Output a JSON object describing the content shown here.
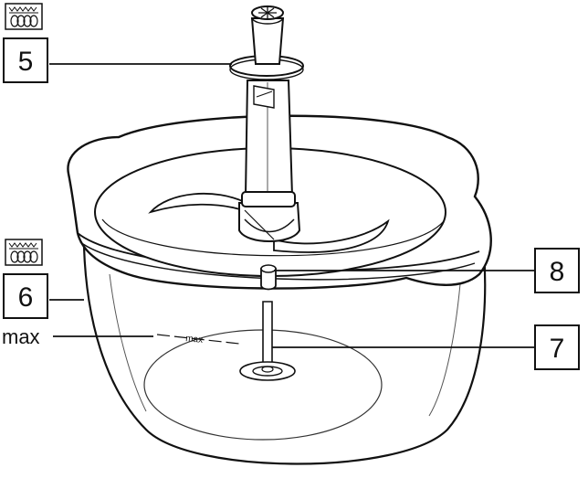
{
  "diagram": {
    "callouts": {
      "part5": "5",
      "part6": "6",
      "part7": "7",
      "part8": "8"
    },
    "fill_label": "max",
    "bowl_mark_label": "max",
    "icons": [
      "dishwasher-safe-icon",
      "dishwasher-safe-icon"
    ]
  }
}
